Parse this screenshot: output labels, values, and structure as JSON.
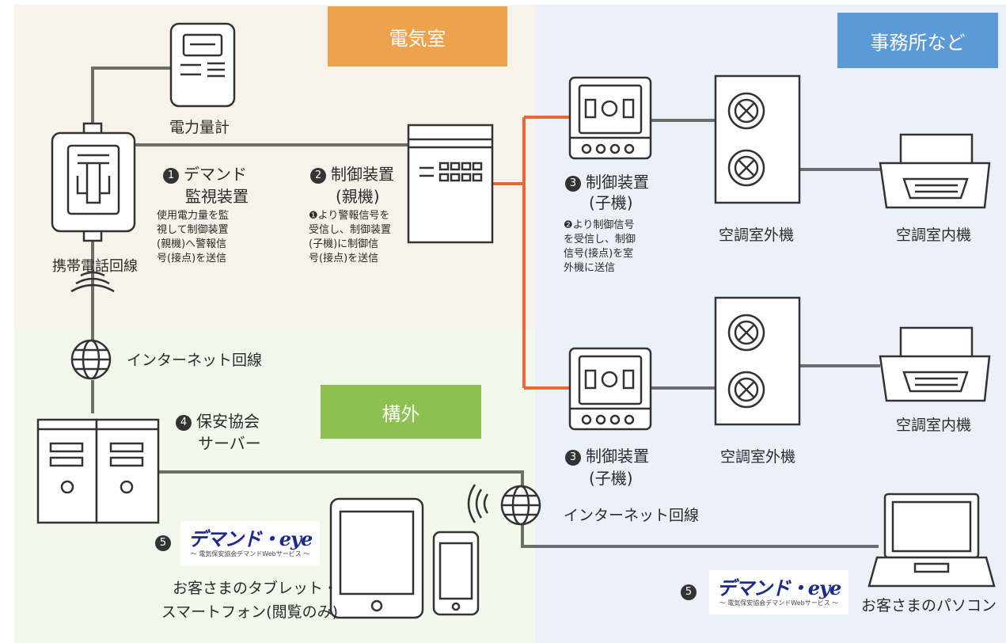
{
  "zones": {
    "electrical_room": "電気室",
    "office": "事務所など",
    "outside": "構外"
  },
  "labels": {
    "power_meter": "電力量計",
    "mobile_line": "携帯電話回線",
    "internet_line_1": "インターネット回線",
    "internet_line_2": "インターネット回線",
    "outdoor_unit_1": "空調室外機",
    "outdoor_unit_2": "空調室外機",
    "indoor_unit_1": "空調室内機",
    "indoor_unit_2": "空調室内機",
    "customer_tablet_1": "お客さまのタブレット・",
    "customer_tablet_2": "スマートフォン(閲覧のみ)",
    "customer_pc": "お客さまのパソコン"
  },
  "steps": {
    "demand": {
      "num": "1",
      "title1": "デマンド",
      "title2": "監視装置",
      "desc": [
        "使用電力量を監",
        "視して制御装置",
        "(親機)へ警報信",
        "号(接点)を送信"
      ]
    },
    "controller_parent": {
      "num": "2",
      "title1": "制御装置",
      "title2": "(親機)",
      "desc": [
        "❶より警報信号を",
        "受信し、制御装置",
        "(子機)に制御信",
        "号(接点)を送信"
      ]
    },
    "controller_child_1": {
      "num": "3",
      "title1": "制御装置",
      "title2": "(子機)",
      "desc": [
        "❷より制御信号",
        "を受信し、制御",
        "信号(接点)を室",
        "外機に送信"
      ]
    },
    "controller_child_2": {
      "num": "3",
      "title1": "制御装置",
      "title2": "(子機)"
    },
    "server": {
      "num": "4",
      "title1": "保安協会",
      "title2": "サーバー"
    },
    "service_tablet": {
      "num": "5"
    },
    "service_pc": {
      "num": "5"
    }
  },
  "logo": {
    "main": "デマンド・eye",
    "sub": "〜 電気保安協会デマンドWebサービス 〜"
  },
  "colors": {
    "electrical_room_bg": "#f8f3ea",
    "office_bg": "#eaf1f8",
    "outside_bg": "#f2f8ec",
    "tag_orange": "#eda24d",
    "tag_blue": "#5b9ad7",
    "tag_green": "#8cc152",
    "signal_line": "#e8683a",
    "wire": "#6d6d6d"
  }
}
